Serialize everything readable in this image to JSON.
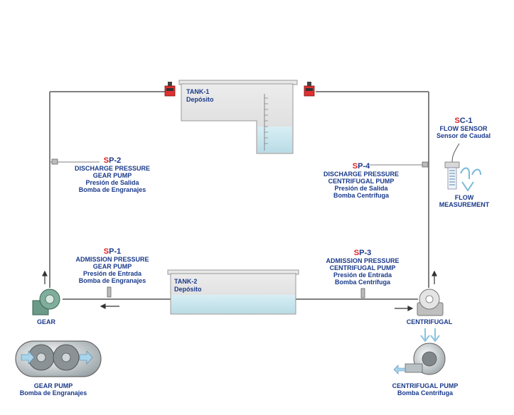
{
  "tank1": {
    "name": "TANK-1",
    "sub": "Depósito"
  },
  "tank2": {
    "name": "TANK-2",
    "sub": "Depósito"
  },
  "sp2": {
    "code_prefix": "S",
    "code_rest": "P-2",
    "line1": "DISCHARGE PRESSURE",
    "line2": "GEAR PUMP",
    "line3": "Presión de Salida",
    "line4": "Bomba de Engranajes"
  },
  "sp4": {
    "code_prefix": "S",
    "code_rest": "P-4",
    "line1": "DISCHARGE PRESSURE",
    "line2": "CENTRIFUGAL PUMP",
    "line3": "Presión de Salida",
    "line4": "Bomba Centrífuga"
  },
  "sp1": {
    "code_prefix": "S",
    "code_rest": "P-1",
    "line1": "ADMISSION PRESSURE",
    "line2": "GEAR PUMP",
    "line3": "Presión de Entrada",
    "line4": "Bomba de Engranajes"
  },
  "sp3": {
    "code_prefix": "S",
    "code_rest": "P-3",
    "line1": "ADMISSION PRESSURE",
    "line2": "CENTRIFUGAL PUMP",
    "line3": "Presión de Entrada",
    "line4": "Bomba Centrífuga"
  },
  "sc1": {
    "code_prefix": "S",
    "code_rest": "C-1",
    "line1": "FLOW SENSOR",
    "line2": "Sensor de Caudal"
  },
  "flow": {
    "line1": "FLOW",
    "line2": "MEASUREMENT"
  },
  "gear": {
    "label": "GEAR",
    "pump_title": "GEAR PUMP",
    "pump_sub": "Bomba de Engranajes"
  },
  "centrifugal": {
    "label": "CENTRIFUGAL",
    "pump_title": "CENTRIFUGAL PUMP",
    "pump_sub": "Bomba Centrífuga"
  },
  "colors": {
    "label": "#1a3a8a",
    "code_accent": "#e02020",
    "pipe": "#808080",
    "water": "#cde8f0",
    "valve": "#e03030"
  }
}
